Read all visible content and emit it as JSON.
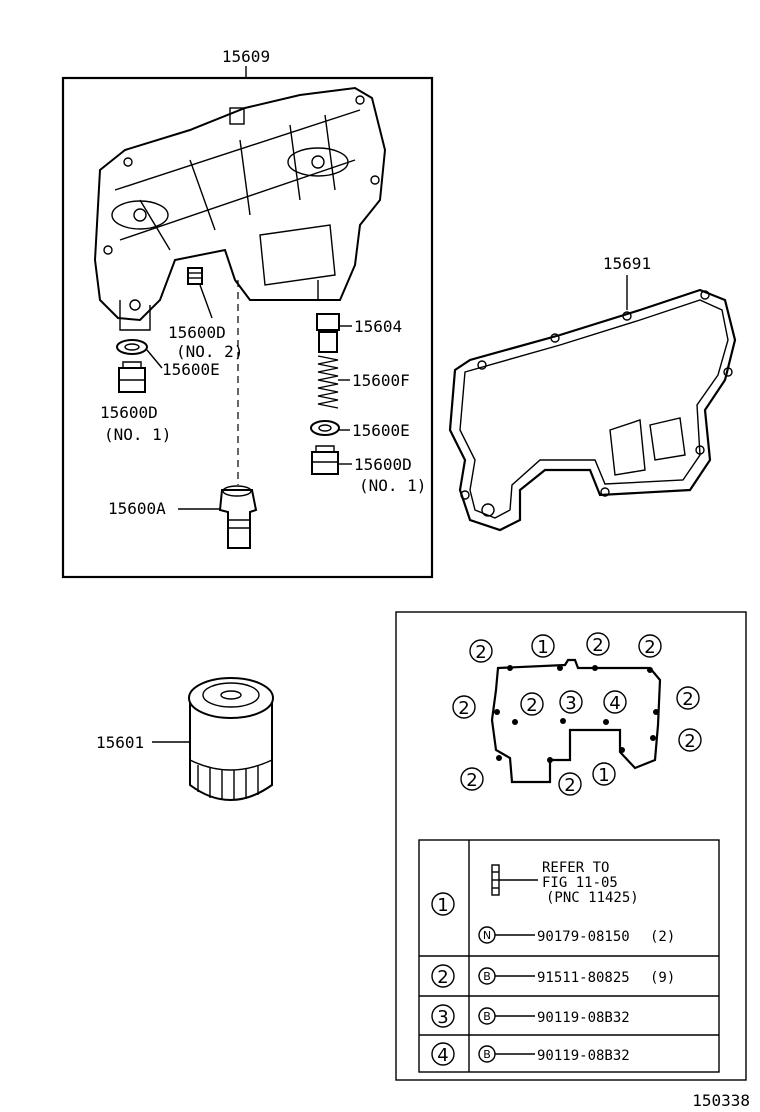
{
  "diagram_code": "150338",
  "labels": {
    "housing": "15609",
    "gasket": "15691",
    "plug_d2": "15600D",
    "plug_d2_note": "(NO. 2)",
    "washer_left": "15600E",
    "plug_d1_left": "15600D",
    "plug_d1_left_note": "(NO. 1)",
    "valve_15604": "15604",
    "spring": "15600F",
    "washer_right": "15600E",
    "plug_d1_right": "15600D",
    "plug_d1_right_note": "(NO. 1)",
    "valve_a": "15600A",
    "filter": "15601"
  },
  "bolt_map": {
    "markers": [
      "2",
      "1",
      "2",
      "2",
      "2",
      "2",
      "3",
      "4",
      "2",
      "2",
      "2",
      "2",
      "1"
    ]
  },
  "legend": {
    "rows": [
      {
        "key": "1",
        "refer_line1": "REFER TO",
        "refer_line2": "FIG 11-05",
        "refer_line3": "(PNC 11425)",
        "badge": "N",
        "part": "90179-08150",
        "qty": "(2)"
      },
      {
        "key": "2",
        "badge": "B",
        "part": "91511-80825",
        "qty": "(9)"
      },
      {
        "key": "3",
        "badge": "B",
        "part": "90119-08B32",
        "qty": ""
      },
      {
        "key": "4",
        "badge": "B",
        "part": "90119-08B32",
        "qty": ""
      }
    ]
  }
}
